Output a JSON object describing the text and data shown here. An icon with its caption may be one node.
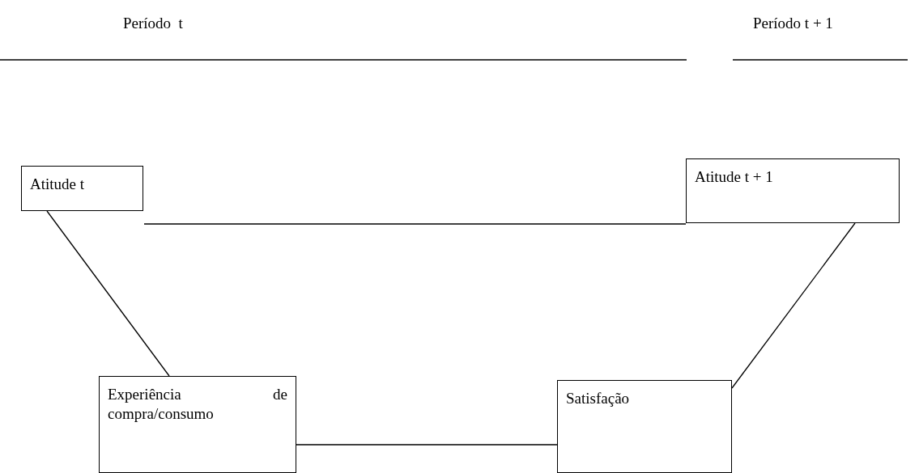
{
  "diagram": {
    "nodes": [
      {
        "text": [
          "Atitude t"
        ]
      },
      {
        "text": [
          "Atitude t + 1"
        ]
      },
      {
        "text": [
          "Experiência de compra/consumo"
        ]
      },
      {
        "text": [
          "Satisfação"
        ]
      }
    ],
    "edges": [
      {
        "from": 0,
        "to": 1,
        "arrow": "none"
      },
      {
        "from": 0,
        "to": 2,
        "arrow": "none"
      },
      {
        "from": 2,
        "to": 3,
        "arrow": "none"
      },
      {
        "from": 3,
        "to": 1,
        "arrow": "none"
      }
    ],
    "labels": [
      "Período  t",
      "Período t + 1"
    ]
  }
}
